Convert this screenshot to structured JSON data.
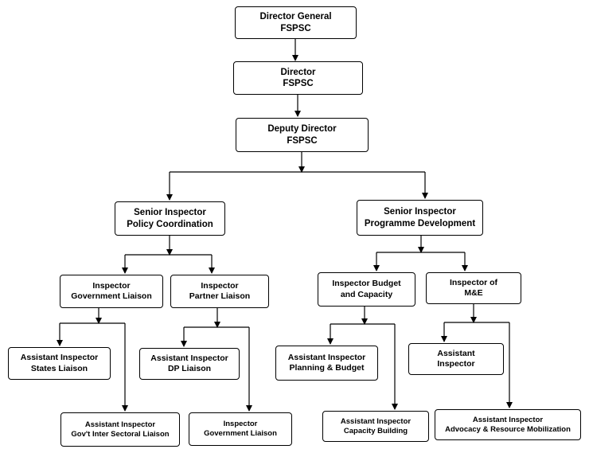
{
  "org_chart": {
    "director_general": {
      "line1": "Director General",
      "line2": "FSPSC"
    },
    "director": {
      "line1": "Director",
      "line2": "FSPSC"
    },
    "deputy_director": {
      "line1": "Deputy Director",
      "line2": "FSPSC"
    },
    "senior_policy": {
      "line1": "Senior Inspector",
      "line2": "Policy Coordination"
    },
    "senior_programme": {
      "line1": "Senior Inspector",
      "line2": "Programme Development"
    },
    "insp_gov_liaison": {
      "line1": "Inspector",
      "line2": "Government Liaison"
    },
    "insp_partner_liaison": {
      "line1": "Inspector",
      "line2": "Partner Liaison"
    },
    "insp_budget": {
      "line1": "Inspector Budget",
      "line2": "and Capacity"
    },
    "insp_me": {
      "line1": "Inspector of",
      "line2": "M&E"
    },
    "asst_states": {
      "line1": "Assistant Inspector",
      "line2": "States Liaison"
    },
    "asst_intersectoral": {
      "line1": "Assistant Inspector",
      "line2": "Gov't Inter Sectoral Liaison"
    },
    "asst_dp": {
      "line1": "Assistant Inspector",
      "line2": "DP Liaison"
    },
    "insp_gov_liaison_2": {
      "line1": "Inspector",
      "line2": "Government Liaison"
    },
    "asst_planning": {
      "line1": "Assistant Inspector",
      "line2": "Planning & Budget"
    },
    "asst_capacity": {
      "line1": "Assistant Inspector",
      "line2": "Capacity Building"
    },
    "asst_me": {
      "line1": "Assistant",
      "line2": "Inspector"
    },
    "asst_advocacy": {
      "line1": "Assistant Inspector",
      "line2": "Advocacy & Resource Mobilization"
    }
  }
}
